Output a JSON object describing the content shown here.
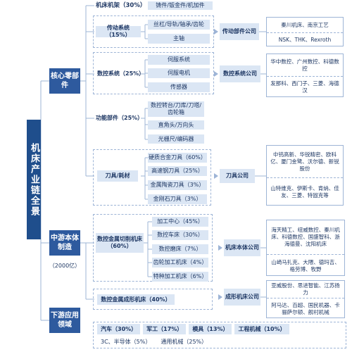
{
  "root": {
    "label": "机床产业链全景"
  },
  "sections": {
    "core": {
      "label": "核心零部件"
    },
    "mid": {
      "label": "中游本体制造",
      "note": "（2000亿）"
    },
    "down": {
      "label": "下游应用领域"
    }
  },
  "core": {
    "frame": {
      "label": "机床机架（30%）",
      "detail": "铸件/钣金件/机加件"
    },
    "transmission": {
      "label": "传动系统（15%）",
      "items": [
        "丝杠/导轨/轴承/齿轮",
        "主轴"
      ],
      "company": "传动部件公司",
      "enterprises": [
        "秦川机床、南京工艺",
        "NSK、THK、Rexroth"
      ]
    },
    "cnc": {
      "label": "数控系统（25%）",
      "items": [
        "伺服系统",
        "伺服电机",
        "传感器"
      ],
      "company": "数控系统公司",
      "enterprises": [
        "华中数控、广州数控、科德数控",
        "发那科、西门子、三菱、海德汉"
      ]
    },
    "functional": {
      "label": "功能部件（25%）",
      "items": [
        "数控转台/刀库/刀塔/齿轮箱",
        "直角头/万向头",
        "光栅尺/编码器"
      ]
    },
    "tools": {
      "label": "刀具/耗材",
      "items": [
        "硬质合金刀具（60%）",
        "高速钢刀具（25%）",
        "金属陶瓷刀具（3%）",
        "金刚石刀具（3%）"
      ],
      "company": "刀具公司",
      "enterprises": [
        "中钨高新、华锐精密、欧科亿、厦门金鹭、沃尔德、新锐股份",
        "山特维克、伊斯卡、肯纳、佳友、三菱、特固克等"
      ]
    }
  },
  "mid": {
    "cutting": {
      "label": "数控金属切削机床（60%）",
      "items": [
        "加工中心（45%）",
        "数控车床（30%）",
        "数控磨床（7%）",
        "齿轮加工机床（4%）",
        "特种加工机床（6%）"
      ],
      "company": "机床本体公司",
      "enterprises": [
        "海天精工、纽威数控、秦川机床、科德数控、国盛智科、浙海德曼、沈阳机床",
        "山崎马扎克、大隈、德玛吉、格劳博、牧野"
      ]
    },
    "forming": {
      "label": "数控金属成形机床（40%）",
      "company": "成形机床公司",
      "enterprises": [
        "亚威股份、思进智能、江苏扬力",
        "阿马达、百超、国民机器、卡骊萨尔顿、舰村机械"
      ]
    }
  },
  "down": {
    "row1": [
      "汽车（30%）",
      "军工（17%）",
      "模具（13%）",
      "工程机械（10%）"
    ],
    "row2": [
      "3C、半导体（5%）",
      "通用机械（25%）"
    ]
  }
}
